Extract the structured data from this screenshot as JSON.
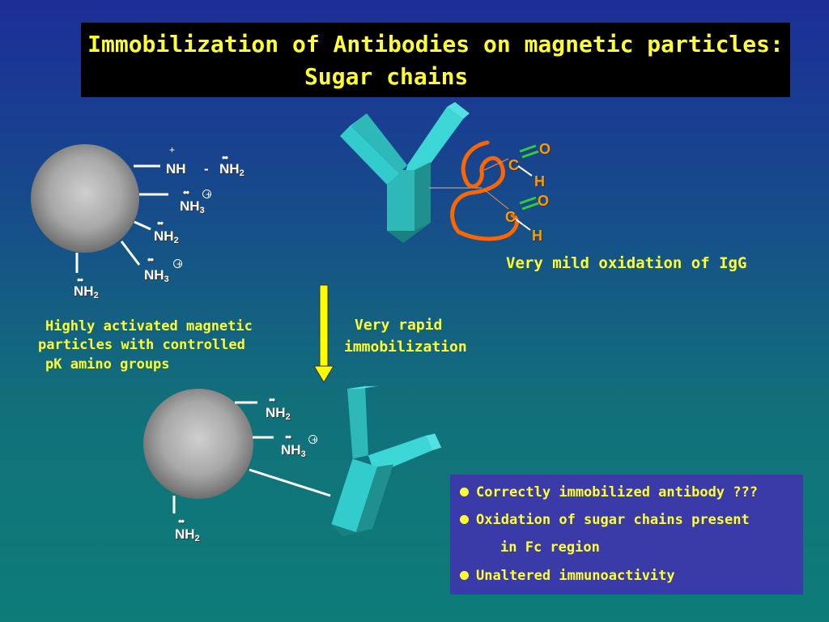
{
  "title": {
    "line1": "Immobilization of Antibodies on magnetic particles:",
    "line2": "Sugar chains"
  },
  "top_particle": {
    "group1_cation": "NH",
    "group1_plus": "+",
    "group1_dash": "-",
    "group1_amine": "NH",
    "group1_amine_sub": "2",
    "group2": "NH",
    "group2_sub": "3",
    "group3": "NH",
    "group3_sub": "2",
    "group4": "NH",
    "group4_sub": "3",
    "group5": "NH",
    "group5_sub": "2",
    "lone_pair": "••",
    "charge_plus": "+"
  },
  "particle_caption": {
    "line1": "Highly activated magnetic",
    "line2": "particles with controlled",
    "line3": "pK amino groups"
  },
  "antibody_label": {
    "c1": "C",
    "o1": "O",
    "h1": "H",
    "c2": "C",
    "o2": "O",
    "h2": "H",
    "caption": "Very mild oxidation of IgG"
  },
  "arrow_caption": {
    "line1": "Very rapid",
    "line2": "immobilization"
  },
  "bottom_particle": {
    "group1": "NH",
    "group1_sub": "2",
    "group2": "NH",
    "group2_sub": "3",
    "group3": "NH",
    "group3_sub": "2",
    "lone_pair": "••",
    "charge_plus": "+"
  },
  "info_box": {
    "items": [
      "Correctly immobilized antibody ???",
      "Oxidation of sugar chains present",
      "in Fc region",
      "Unaltered immunoactivity"
    ]
  },
  "colors": {
    "title_text": "#ffff33",
    "antibody": "#33cccc",
    "sugar_chain": "#ff6600",
    "double_bond": "#33cc33",
    "arrow": "#ffff00",
    "info_box": "#3a3aa8"
  }
}
